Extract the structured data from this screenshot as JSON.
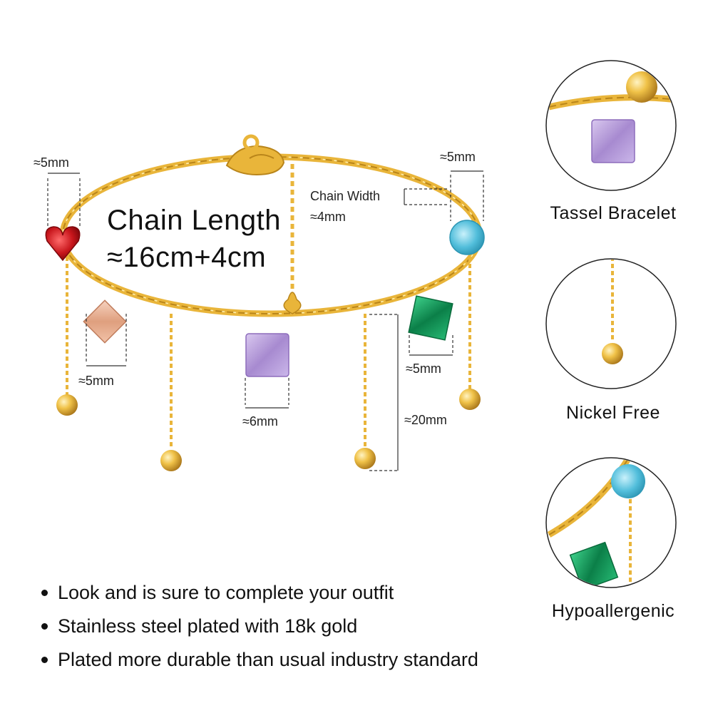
{
  "headline": {
    "line1": "Chain Length",
    "line2": "≈16cm+4cm"
  },
  "dimensions": {
    "red_heart": "≈5mm",
    "blue_round": "≈5mm",
    "chain_width_label": "Chain Width",
    "chain_width_value": "≈4mm",
    "champagne_square": "≈5mm",
    "purple_square": "≈6mm",
    "green_square": "≈5mm",
    "tassel_length": "≈20mm"
  },
  "features": [
    {
      "label": "Tassel Bracelet"
    },
    {
      "label": "Nickel Free"
    },
    {
      "label": "Hypoallergenic"
    }
  ],
  "bullets": [
    "Look and is sure to complete your outfit",
    "Stainless steel plated with 18k gold",
    "Plated more durable than usual industry standard"
  ],
  "colors": {
    "gold": "#e9b53a",
    "gold_dark": "#b9851a",
    "gem_red": "#c8161c",
    "gem_blue": "#63c7e0",
    "gem_champagne": "#e6a98a",
    "gem_purple": "#b49ad6",
    "gem_green": "#0e8f55"
  }
}
